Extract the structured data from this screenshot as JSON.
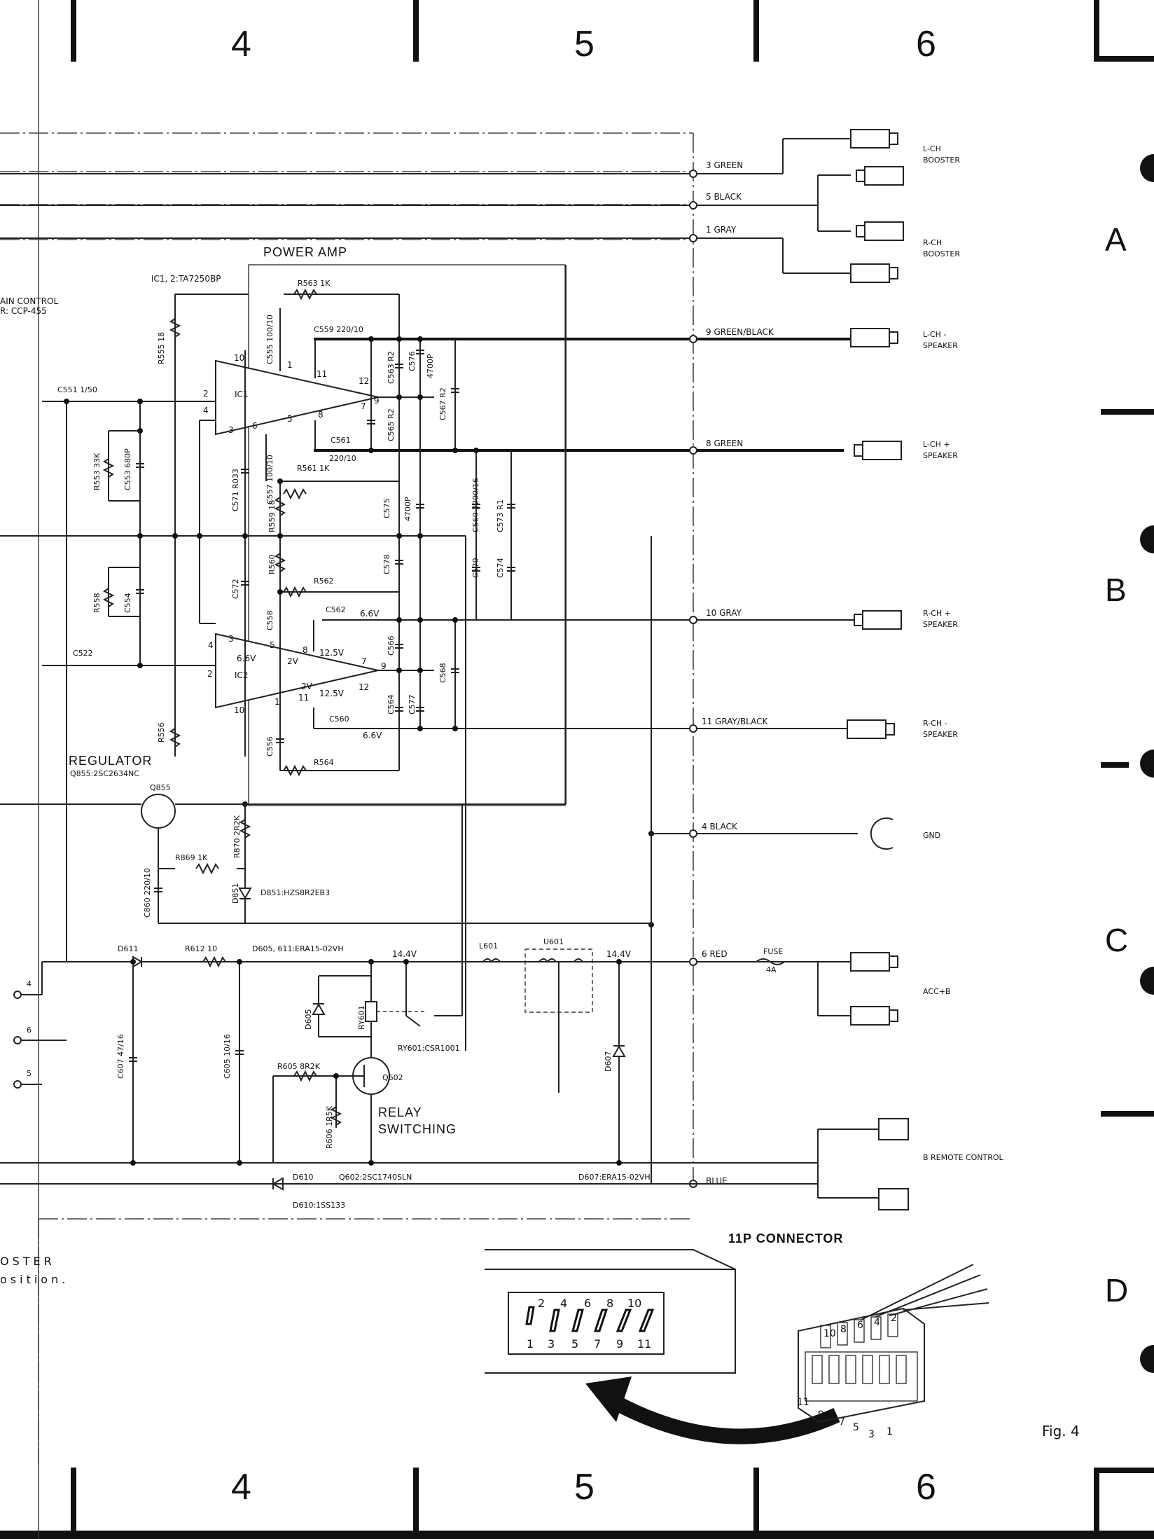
{
  "page": {
    "col_numbers": [
      "4",
      "5",
      "6"
    ],
    "row_letters": [
      "A",
      "B",
      "C",
      "D"
    ],
    "figure": "Fig. 4"
  },
  "sections": {
    "power_amp": "POWER AMP",
    "ic": "IC1, 2:TA7250BP",
    "gain": "AIN CONTROL",
    "gain2": "R: CCP-455",
    "regulator": "REGULATOR",
    "regulator_part": "Q855:2SC2634NC",
    "relay1": "RELAY",
    "relay2": "SWITCHING",
    "connector": "11P CONNECTOR",
    "booster1": "OSTER",
    "booster2": "osition."
  },
  "wires": {
    "w3": "3  GREEN",
    "w5": "5  BLACK",
    "w1": "1  GRAY",
    "w9": "9  GREEN/BLACK",
    "w8": "8  GREEN",
    "w10": "10  GRAY",
    "w11": "11  GRAY/BLACK",
    "w4": "4  BLACK",
    "w6": "6  RED",
    "wblue": "BLUE"
  },
  "outputs": {
    "lch_booster": [
      "L-CH",
      "BOOSTER"
    ],
    "rch_booster": [
      "R-CH",
      "BOOSTER"
    ],
    "lch_minus": [
      "L-CH  -",
      "SPEAKER"
    ],
    "lch_plus": [
      "L-CH  +",
      "SPEAKER"
    ],
    "rch_plus": [
      "R-CH  +",
      "SPEAKER"
    ],
    "rch_minus": [
      "R-CH  -",
      "SPEAKER"
    ],
    "gnd": "GND",
    "acc": "ACC+B",
    "remote": "B  REMOTE  CONTROL"
  },
  "parts": {
    "r563": "R563 1K",
    "c555": "C555 100/10",
    "c559": "C559 220/10",
    "r555": "R555 18",
    "c551": "C551 1/50",
    "ic1": "IC1",
    "ic2": "IC2",
    "c563": "C563 R2",
    "c576": "C576",
    "c576v": "4700P",
    "c567": "C567 R2",
    "c565": "C565 R2",
    "c561": "C561",
    "c561v": "220/10",
    "r553": "R553 33K",
    "c553": "C553 680P",
    "c571": "C571 R033",
    "c557": "C557 100/10",
    "r561": "R561 1K",
    "r559": "R559 18",
    "c575": "C575",
    "c575v": "4700P",
    "c569": "C569 2200/16",
    "c573": "C573 R1",
    "r560": "R560",
    "c578": "C578",
    "c570": "C570",
    "c574": "C574",
    "r558": "R558",
    "c554": "C554",
    "c572": "C572",
    "r562": "R562",
    "c562": "C562",
    "c558": "C558",
    "c566": "C566",
    "c568": "C568",
    "c522": "C522",
    "c564": "C564",
    "c577": "C577",
    "c560": "C560",
    "r556": "R556",
    "c556": "C556",
    "r564": "R564",
    "q855": "Q855",
    "r870": "R870 2R2K",
    "r869": "R869 1K",
    "c860": "C860 220/10",
    "d851": "D851",
    "d851p": "D851:HZS8R2EB3",
    "d611": "D611",
    "r612": "R612 10",
    "d605p": "D605, 611:ERA15-02VH",
    "l601": "L601",
    "u601": "U601",
    "fuse": "FUSE",
    "fuse_v": "4A",
    "d605": "D605",
    "ry601": "RY601",
    "ry601p": "RY601:CSR1001",
    "c607": "C607 47/16",
    "c605": "C605 10/16",
    "r605": "R605 8R2K",
    "r606": "R606 1R5K",
    "q602": "Q602",
    "q602p": "Q602:2SC1740SLN",
    "d607": "D607",
    "d607p": "D607:ERA15-02VH",
    "d610": "D610",
    "d610p": "D610:1SS133"
  },
  "voltages": {
    "v144a": "14.4V",
    "v144b": "14.4V",
    "v66a": "6.6V",
    "v66b": "6.6V",
    "v66c": "6.6V",
    "v125a": "12.5V",
    "v125b": "12.5V",
    "v2a": "2V",
    "v2b": "2V"
  },
  "pins": {
    "p10a": "10",
    "p1a": "1",
    "p11a": "11",
    "p12a": "12",
    "p2a": "2",
    "p4a": "4",
    "p3a": "3",
    "p6a": "6",
    "p5a": "5",
    "p8a": "8",
    "p7a": "7",
    "p9a": "9",
    "p3b": "3",
    "p4b": "4",
    "p5b": "5",
    "p8b": "8",
    "p7b": "7",
    "p9b": "9",
    "p12b": "12",
    "p1b": "1",
    "p11b": "11",
    "p10b": "10",
    "p2b": "2",
    "l4": "4",
    "l6": "6",
    "l5": "5"
  },
  "connector_pins": {
    "top": [
      "2",
      "4",
      "6",
      "8",
      "10"
    ],
    "bottom": [
      "1",
      "3",
      "5",
      "7",
      "9",
      "11"
    ],
    "plug_top": [
      "10",
      "8",
      "6",
      "4",
      "2"
    ],
    "plug_bottom": [
      "11",
      "9",
      "7",
      "5",
      "3",
      "1"
    ]
  }
}
